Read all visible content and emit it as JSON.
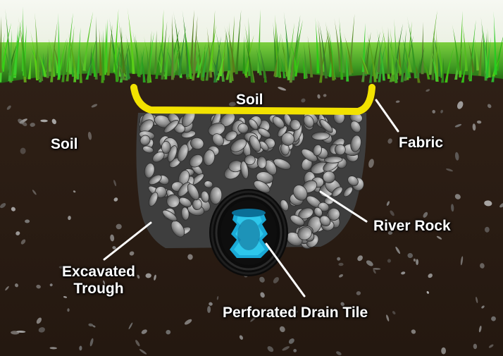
{
  "labels": {
    "soil_top": "Soil",
    "soil_left": "Soil",
    "fabric": "Fabric",
    "river_rock": "River Rock",
    "excavated_line1": "Excavated",
    "excavated_line2": "Trough",
    "drain_tile": "Perforated Drain Tile"
  },
  "colors": {
    "soil_dark": "#2b1d13",
    "soil_mid": "#3a2a1d",
    "grass_dark": "#2f7d1c",
    "grass_light": "#6cc23a",
    "fabric_yellow": "#f2e200",
    "rock_grey": "#8c8c8c",
    "pipe_black": "#101010",
    "pipe_blue": "#1aa9d6",
    "pipe_cyan": "#34d2f2",
    "leader_line": "#ffffff"
  },
  "icons": {
    "grass": "grass-layer-icon",
    "rocks": "river-rock-icon",
    "pipe": "drain-pipe-icon"
  }
}
